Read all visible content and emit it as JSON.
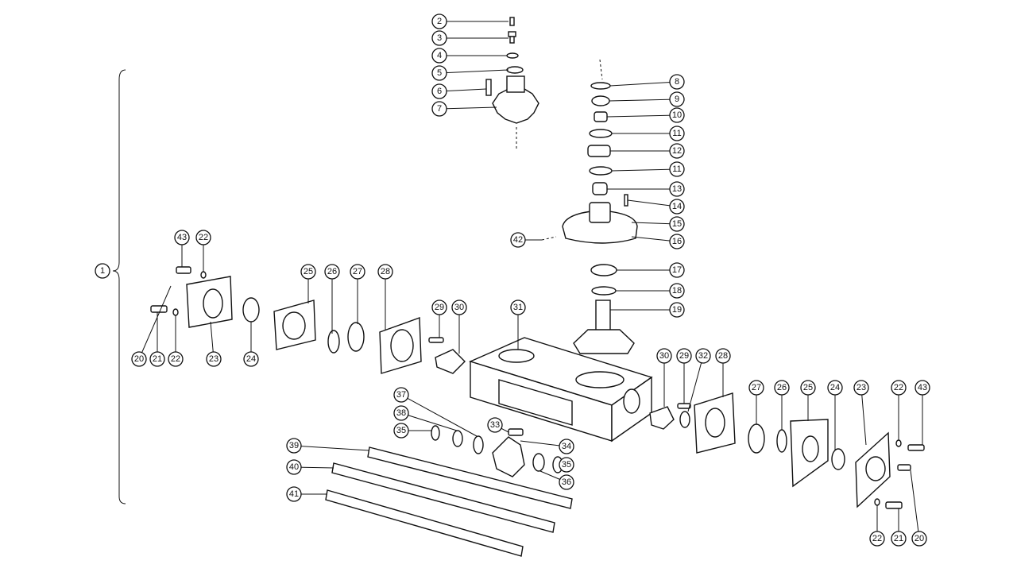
{
  "diagram": {
    "type": "exploded-parts-view",
    "assembly_label": "1",
    "callouts": [
      "2",
      "3",
      "4",
      "5",
      "6",
      "7",
      "8",
      "9",
      "10",
      "11",
      "12",
      "11",
      "13",
      "14",
      "15",
      "16",
      "42",
      "17",
      "18",
      "19",
      "43",
      "22",
      "20",
      "21",
      "22",
      "23",
      "24",
      "25",
      "26",
      "27",
      "28",
      "29",
      "30",
      "31",
      "30",
      "29",
      "32",
      "28",
      "27",
      "26",
      "25",
      "24",
      "23",
      "22",
      "43",
      "22",
      "21",
      "20",
      "37",
      "38",
      "35",
      "33",
      "34",
      "35",
      "36",
      "39",
      "40",
      "41"
    ]
  }
}
